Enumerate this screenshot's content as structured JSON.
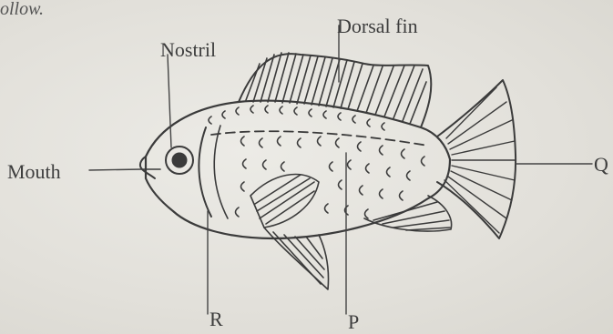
{
  "intro_text": "ollow.",
  "labels": {
    "dorsal_fin": "Dorsal fin",
    "nostril": "Nostril",
    "mouth": "Mouth",
    "q": "Q",
    "r": "R",
    "p": "P"
  }
}
